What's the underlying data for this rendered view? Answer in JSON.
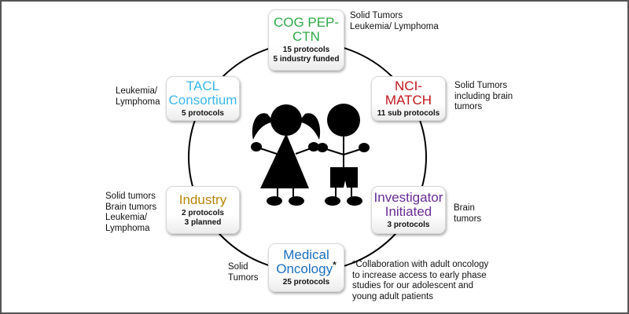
{
  "colors": {
    "cog": "#2eaa4a",
    "tacl": "#3bb8ec",
    "nci": "#c0161d",
    "industry": "#b8860b",
    "investigator": "#6a2c96",
    "medical": "#1a6fbf",
    "circle": "#000000",
    "figures": "#000000"
  },
  "nodes": [
    {
      "id": "cog",
      "title": "COG PEP-CTN",
      "title_lines": [
        "COG PEP-",
        "CTN"
      ],
      "protocols": [
        "15 protocols",
        "5 industry funded"
      ],
      "diseases": [
        "Solid Tumors",
        "Leukemia/ Lymphoma"
      ]
    },
    {
      "id": "nci",
      "title": "NCI-MATCH",
      "title_lines": [
        "NCI-",
        "MATCH"
      ],
      "protocols": [
        "11 sub protocols"
      ],
      "diseases": [
        "Solid Tumors",
        "including brain",
        "tumors"
      ]
    },
    {
      "id": "investigator",
      "title": "Investigator Initiated",
      "title_lines": [
        "Investigator",
        "Initiated"
      ],
      "protocols": [
        "3 protocols"
      ],
      "diseases": [
        "Brain",
        "tumors"
      ]
    },
    {
      "id": "medical",
      "title": "Medical Oncology",
      "title_lines": [
        "Medical",
        "Oncology"
      ],
      "footnote_marker": "*",
      "protocols": [
        "25 protocols"
      ],
      "diseases": [
        "Solid",
        "Tumors"
      ]
    },
    {
      "id": "industry",
      "title": "Industry",
      "title_lines": [
        "Industry"
      ],
      "protocols": [
        "2 protocols",
        "3 planned"
      ],
      "diseases": [
        "Solid tumors",
        "Brain tumors",
        "Leukemia/",
        "Lymphoma"
      ]
    },
    {
      "id": "tacl",
      "title": "TACL Consortium",
      "title_lines": [
        "TACL",
        "Consortium"
      ],
      "protocols": [
        "5 protocols"
      ],
      "diseases": [
        "Leukemia/",
        "Lymphoma"
      ]
    }
  ],
  "footnote": [
    "*Collaboration with adult oncology",
    "to increase access to early phase",
    "studies for our adolescent and",
    "young adult patients"
  ],
  "center_icon": "girl-and-boy-stick-figures-icon"
}
